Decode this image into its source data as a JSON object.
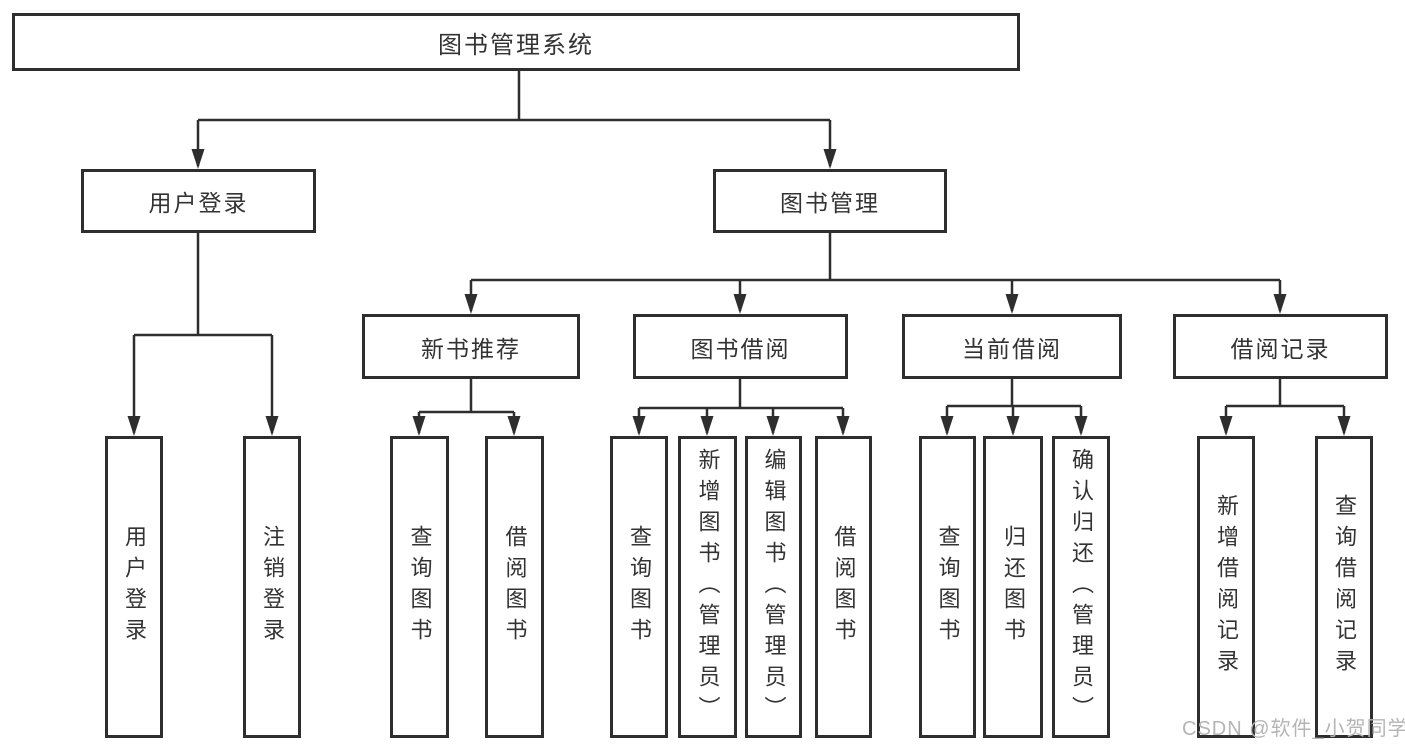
{
  "diagram_type": "hierarchy-tree",
  "tree": {
    "label": "图书管理系统",
    "children": [
      {
        "label": "用户登录",
        "children": [
          {
            "label": "用户登录"
          },
          {
            "label": "注销登录"
          }
        ]
      },
      {
        "label": "图书管理",
        "children": [
          {
            "label": "新书推荐",
            "children": [
              {
                "label": "查询图书"
              },
              {
                "label": "借阅图书"
              }
            ]
          },
          {
            "label": "图书借阅",
            "children": [
              {
                "label": "查询图书"
              },
              {
                "label": "新增图书（管理员）"
              },
              {
                "label": "编辑图书（管理员）"
              },
              {
                "label": "借阅图书"
              }
            ]
          },
          {
            "label": "当前借阅",
            "children": [
              {
                "label": "查询图书"
              },
              {
                "label": "归还图书"
              },
              {
                "label": "确认归还（管理员）"
              }
            ]
          },
          {
            "label": "借阅记录",
            "children": [
              {
                "label": "新增借阅记录"
              },
              {
                "label": "查询借阅记录"
              }
            ]
          }
        ]
      }
    ]
  },
  "watermark": {
    "text": "CSDN @软件_小贺同学"
  },
  "colors": {
    "line": "#2e2e2e",
    "box_border": "#2e2e2e",
    "box_background": "#ffffff",
    "text": "#333333",
    "watermark": "#b5b5b5",
    "page_background": "#ffffff"
  }
}
